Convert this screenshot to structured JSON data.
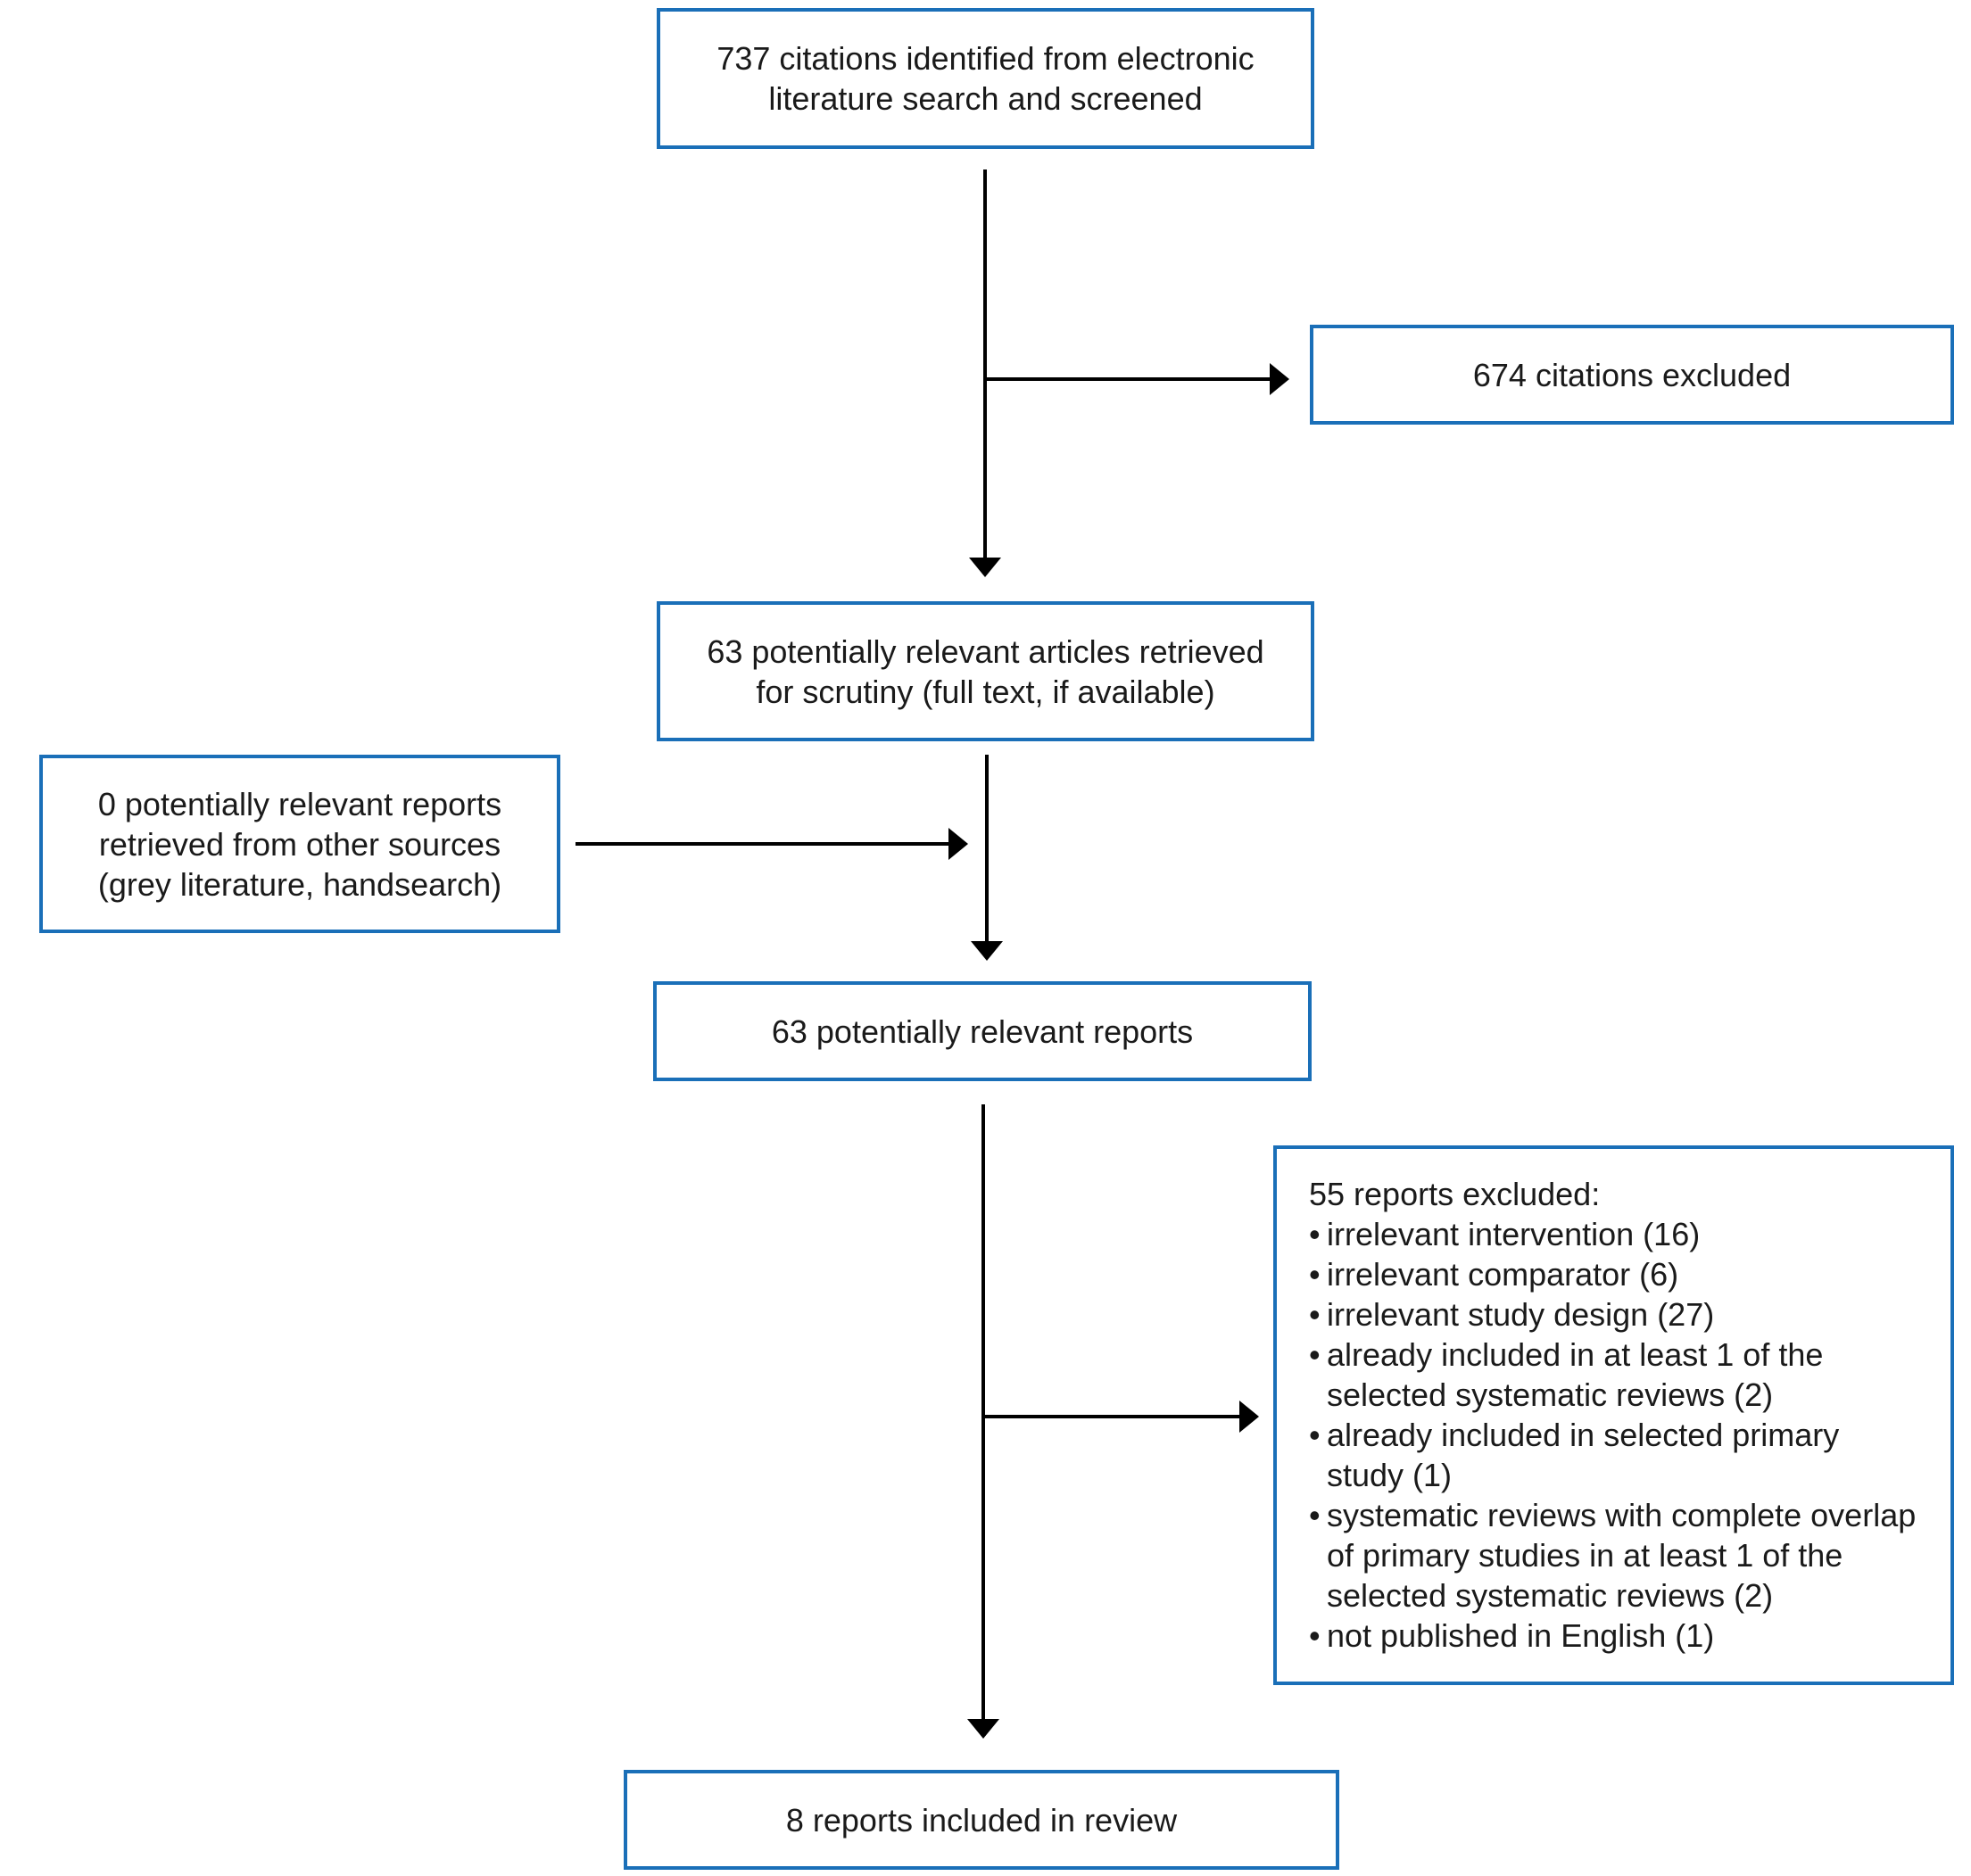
{
  "flow": {
    "identified": [
      "737 citations identified from electronic",
      "literature search and screened"
    ],
    "excluded_citations": "674 citations excluded",
    "retrieved": [
      "63 potentially relevant articles retrieved",
      "for scrutiny (full text, if available)"
    ],
    "other_sources": [
      "0 potentially relevant reports",
      "retrieved from other sources",
      "(grey literature, handsearch)"
    ],
    "relevant_reports": "63 potentially relevant reports",
    "excluded_reports": {
      "heading": "55 reports excluded:",
      "items": [
        "irrelevant intervention (16)",
        "irrelevant comparator (6)",
        "irrelevant study design (27)",
        "already included in at least 1 of the selected systematic reviews (2)",
        "already included in selected primary study (1)",
        "systematic reviews with complete overlap of primary studies in at least 1 of the selected systematic reviews (2)",
        "not published in English (1)"
      ]
    },
    "included": "8 reports included in review"
  },
  "colors": {
    "box_border": "#1a6fb8",
    "arrow": "#000000",
    "text": "#1a1a1a"
  }
}
